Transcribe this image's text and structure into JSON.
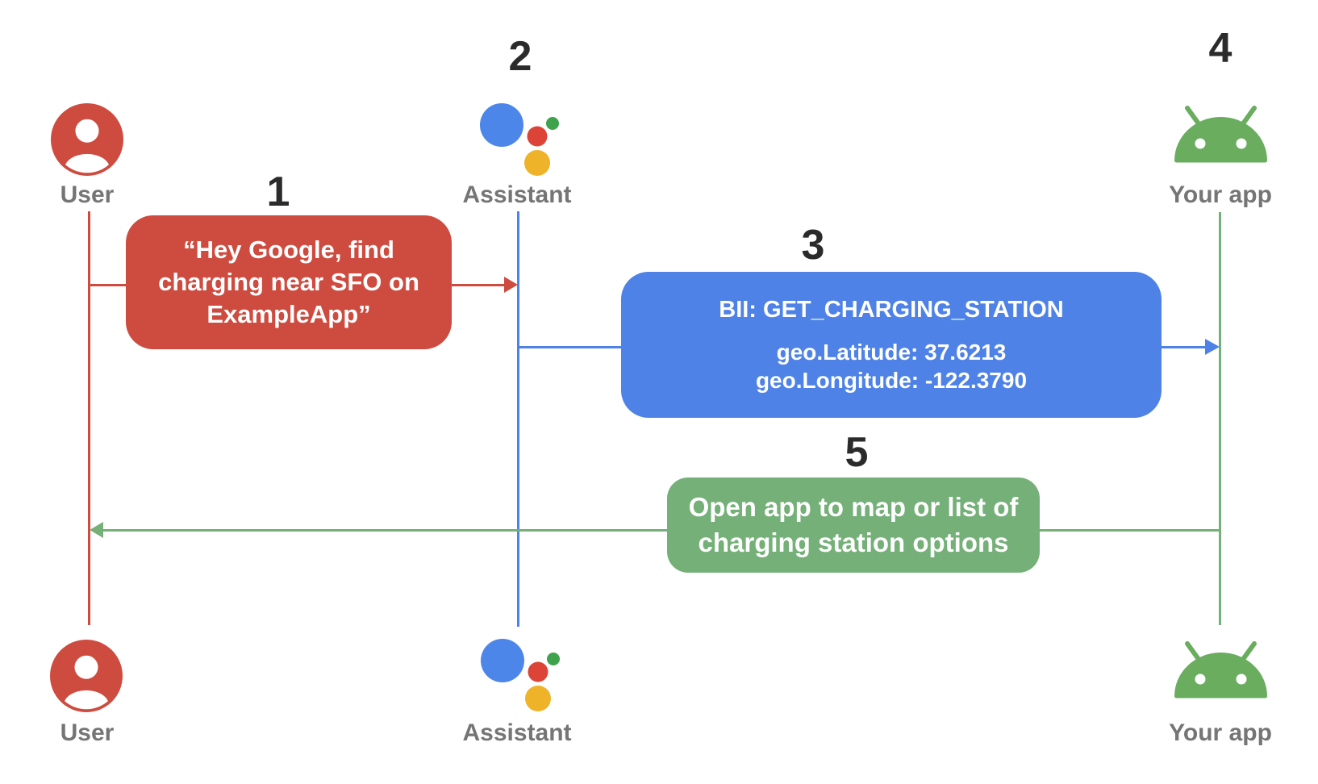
{
  "actors": {
    "user": {
      "label": "User",
      "icon": "user-avatar-icon"
    },
    "assistant": {
      "label": "Assistant",
      "icon": "google-assistant-icon"
    },
    "your_app": {
      "label": "Your app",
      "icon": "android-robot-icon"
    }
  },
  "steps": {
    "s1": "1",
    "s2": "2",
    "s3": "3",
    "s4": "4",
    "s5": "5"
  },
  "messages": {
    "user_query": {
      "step": "1",
      "from": "User",
      "to": "Assistant",
      "line1": "“Hey Google, find",
      "line2": "charging near SFO on",
      "line3": "ExampleApp”"
    },
    "bii_intent": {
      "step": "3",
      "from": "Assistant",
      "to": "Your app",
      "title": "BII: GET_CHARGING_STATION",
      "param1": "geo.Latitude: 37.6213",
      "param2": "geo.Longitude:  -122.3790"
    },
    "open_app": {
      "step": "5",
      "from": "Your app",
      "to": "User",
      "line1": "Open app to map or list of",
      "line2": "charging station options"
    }
  },
  "colors": {
    "red": "#ce4b3f",
    "blue": "#4e82e6",
    "green": "#74b077",
    "android-green": "#6aad5f",
    "assistant-blue": "#4c86e8",
    "assistant-red": "#db4437",
    "assistant-yellow": "#efb32a",
    "assistant-green": "#3fa34d",
    "label-gray": "#757575",
    "number-black": "#2b2b2b"
  }
}
